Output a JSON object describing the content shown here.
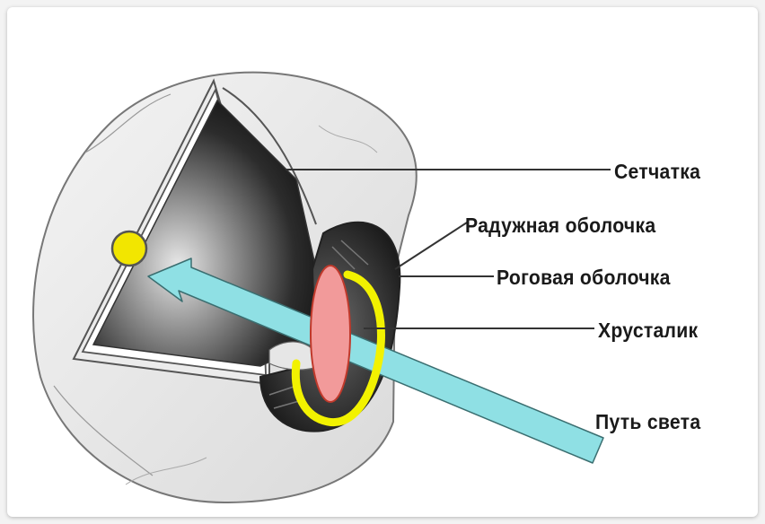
{
  "labels": {
    "retina": "Сетчатка",
    "iris": "Радужная оболочка",
    "cornea": "Роговая оболочка",
    "lens": "Хрусталик",
    "light_path": "Путь света"
  },
  "colors": {
    "light_beam": "#8fe0e4",
    "lens_fill": "#f29a9a",
    "lens_stroke": "#c0392b",
    "cornea_outline": "#f2f200",
    "focus_point": "#f2e600"
  },
  "icons": {
    "focus_point": "yellow-dot-icon"
  }
}
